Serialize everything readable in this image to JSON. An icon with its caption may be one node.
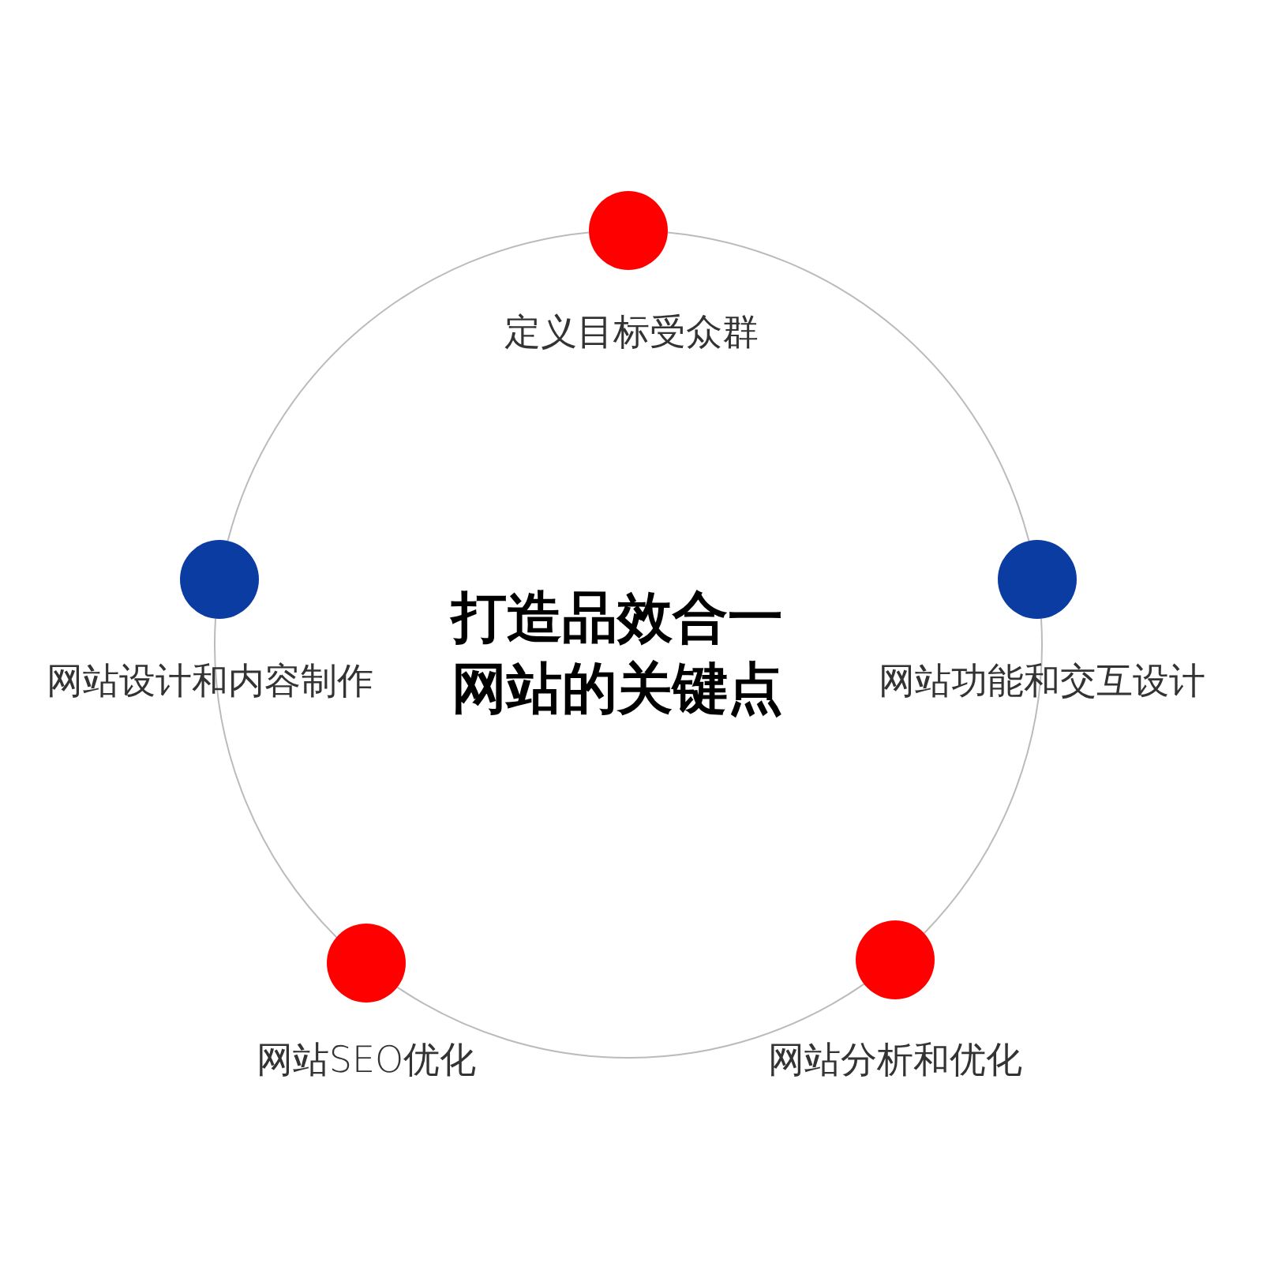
{
  "diagram": {
    "title": "打造品效合一网站的关键点",
    "nodes": [
      {
        "text": [],
        "shape": "circle",
        "beside": [
          "定义目标受众群"
        ]
      },
      {
        "text": [],
        "shape": "circle",
        "beside": [
          "网站设计和内容制作"
        ]
      },
      {
        "text": [],
        "shape": "circle",
        "beside": [
          "网站功能和交互设计"
        ]
      },
      {
        "text": [],
        "shape": "circle",
        "beside": [
          "网站SEO优化"
        ]
      },
      {
        "text": [],
        "shape": "circle",
        "beside": [
          "网站分析和优化"
        ]
      }
    ],
    "edges": [
      {
        "from": 0,
        "to": 2,
        "arrow": "none"
      },
      {
        "from": 2,
        "to": 4,
        "arrow": "none"
      },
      {
        "from": 4,
        "to": 3,
        "arrow": "none"
      },
      {
        "from": 3,
        "to": 1,
        "arrow": "none"
      },
      {
        "from": 1,
        "to": 0,
        "arrow": "none"
      }
    ]
  }
}
